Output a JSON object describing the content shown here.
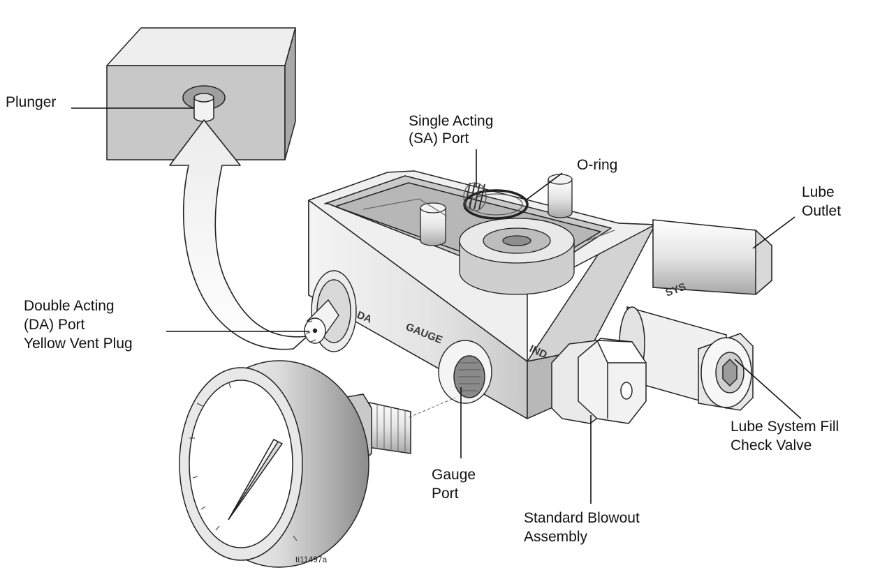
{
  "labels": {
    "plunger": "Plunger",
    "single_acting_line1": "Single Acting",
    "single_acting_line2": "(SA) Port",
    "o_ring": "O-ring",
    "lube_outlet_line1": "Lube",
    "lube_outlet_line2": "Outlet",
    "double_acting_line1": "Double Acting",
    "double_acting_line2": "(DA) Port",
    "double_acting_line3": "Yellow Vent Plug",
    "lube_fill_line1": "Lube System Fill",
    "lube_fill_line2": "Check Valve",
    "gauge_port_line1": "Gauge",
    "gauge_port_line2": "Port",
    "blowout_line1": "Standard Blowout",
    "blowout_line2": "Assembly"
  },
  "stamps": {
    "da": "DA",
    "gauge": "GAUGE",
    "sys": "SYS",
    "ind": "IND"
  },
  "figure_id": "ti11497a",
  "colors": {
    "line": "#111111",
    "block_top": "#e6e6e6",
    "block_front": "#c4c4c4",
    "block_side": "#a9a9a9",
    "manifold_light": "#f2f2f2",
    "manifold_mid": "#d9d9d9",
    "manifold_dark": "#b5b5b5"
  }
}
